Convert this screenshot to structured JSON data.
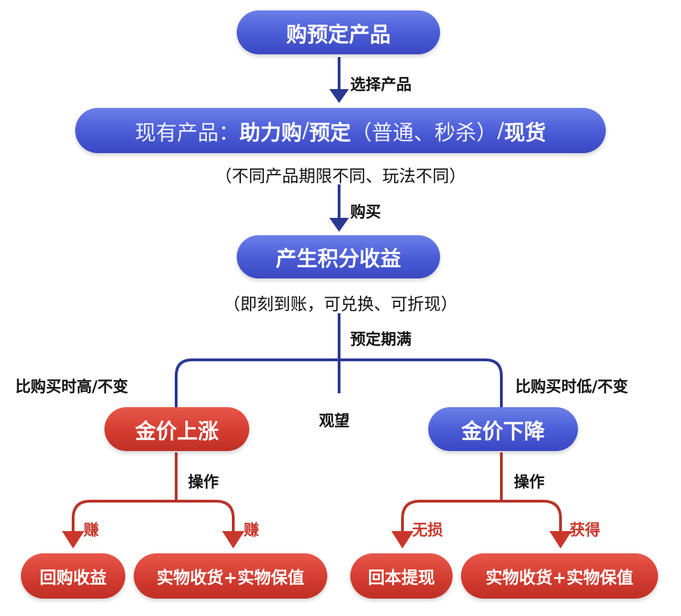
{
  "nodes": {
    "start": "购预定产品",
    "products_prefix": "现有产品：",
    "products_a": "助力购",
    "products_sep1": " / ",
    "products_b": "预定",
    "products_b_detail": "（普通、秒杀）",
    "products_sep2": " / ",
    "products_c": "现货",
    "points": "产生积分收益",
    "gold_up": "金价上涨",
    "gold_down": "金价下降",
    "buyback": "回购收益",
    "physical_left": "实物收货+实物保值",
    "withdraw": "回本提现",
    "physical_right": "实物收货+实物保值"
  },
  "notes": {
    "products": "（不同产品期限不同、玩法不同）",
    "points": "（即刻到账，可兑换、可折现）"
  },
  "edges": {
    "select": "选择产品",
    "buy": "购买",
    "mature": "预定期满",
    "higher": "比购买时高/不变",
    "lower": "比购买时低/不变",
    "wait": "观望",
    "op_left": "操作",
    "op_right": "操作",
    "earn1": "赚",
    "earn2": "赚",
    "noloss": "无损",
    "gain": "获得"
  },
  "colors": {
    "blue": "#4a5bd6",
    "red": "#d23a2e",
    "line_blue": "#2b3892",
    "line_red": "#b8342a"
  }
}
